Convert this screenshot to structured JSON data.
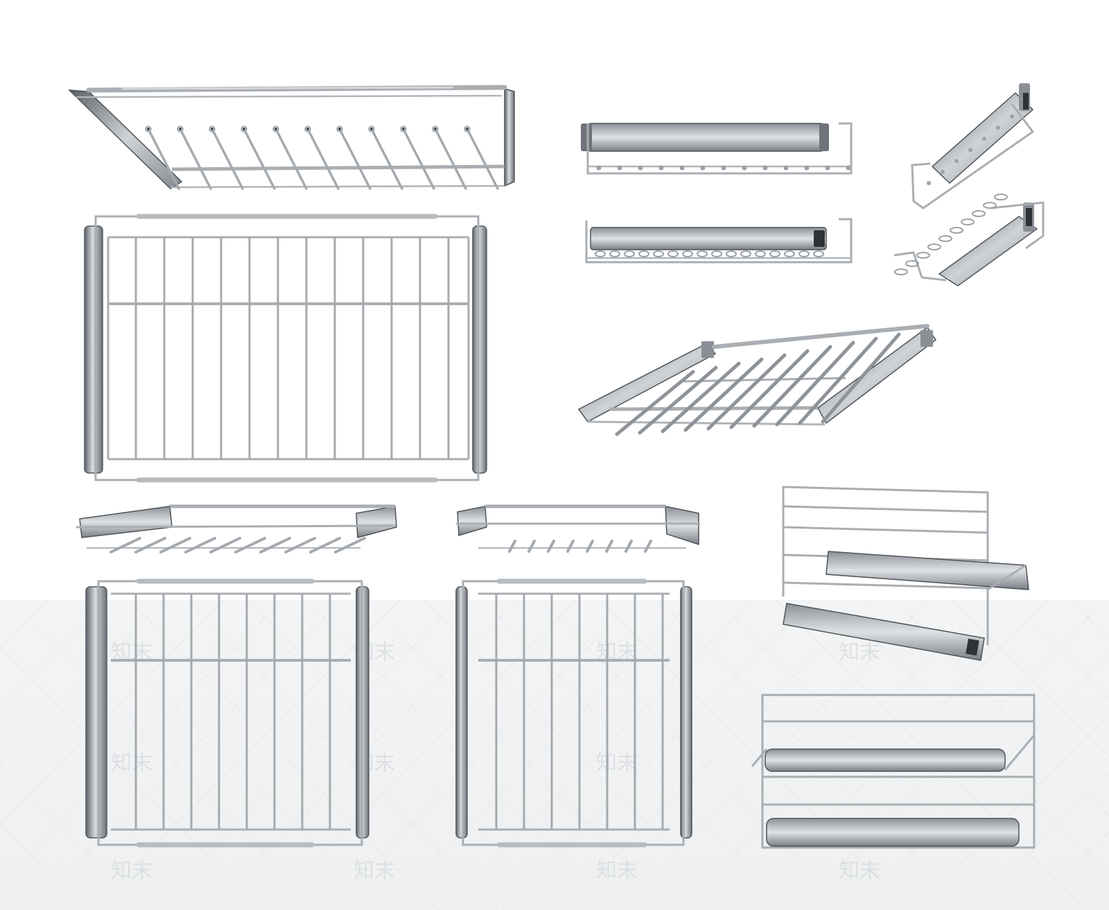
{
  "watermark": {
    "text": "知末"
  },
  "colors": {
    "background_top": "#ffffff",
    "background_bottom": "#f4f5f6",
    "wire": "#b3b8bd",
    "wire_dark": "#7d8389",
    "panel_light": "#e2e5e8",
    "panel_mid": "#a7adb3",
    "panel_dark": "#5b6066",
    "end_cap": "#2f3236"
  },
  "views": [
    {
      "name": "trouser-rack-perspective-top"
    },
    {
      "name": "trouser-rack-top-view-large"
    },
    {
      "name": "trouser-rack-front-view"
    },
    {
      "name": "trouser-rack-front-view-angled"
    },
    {
      "name": "trouser-rack-side-view-small"
    },
    {
      "name": "trouser-rack-side-view-small-angled"
    },
    {
      "name": "trouser-rack-perspective-right"
    },
    {
      "name": "trouser-rack-perspective-left"
    },
    {
      "name": "trouser-rack-perspective-left-small"
    },
    {
      "name": "trouser-rack-top-view-medium"
    },
    {
      "name": "trouser-rack-top-view-narrow"
    },
    {
      "name": "hanger-rack-perspective"
    },
    {
      "name": "hanger-rack-top-view"
    }
  ]
}
